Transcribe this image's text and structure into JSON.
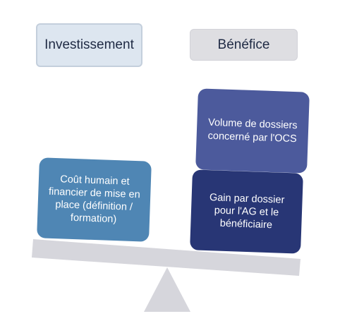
{
  "labels": {
    "investment": "Investissement",
    "benefit": "Bénéfice"
  },
  "blocks": {
    "cost": "Coût humain et financier de mise en place (définition / formation)",
    "volume": "Volume de dossiers concerné par l'OCS",
    "gain": "Gain par dossier pour l'AG et le bénéficiaire"
  },
  "colors": {
    "cost_block": "#4f86b4",
    "volume_block": "#4c5a9c",
    "gain_block": "#283675",
    "beam": "#d6d6dc",
    "fulcrum": "#d6d6dc"
  }
}
